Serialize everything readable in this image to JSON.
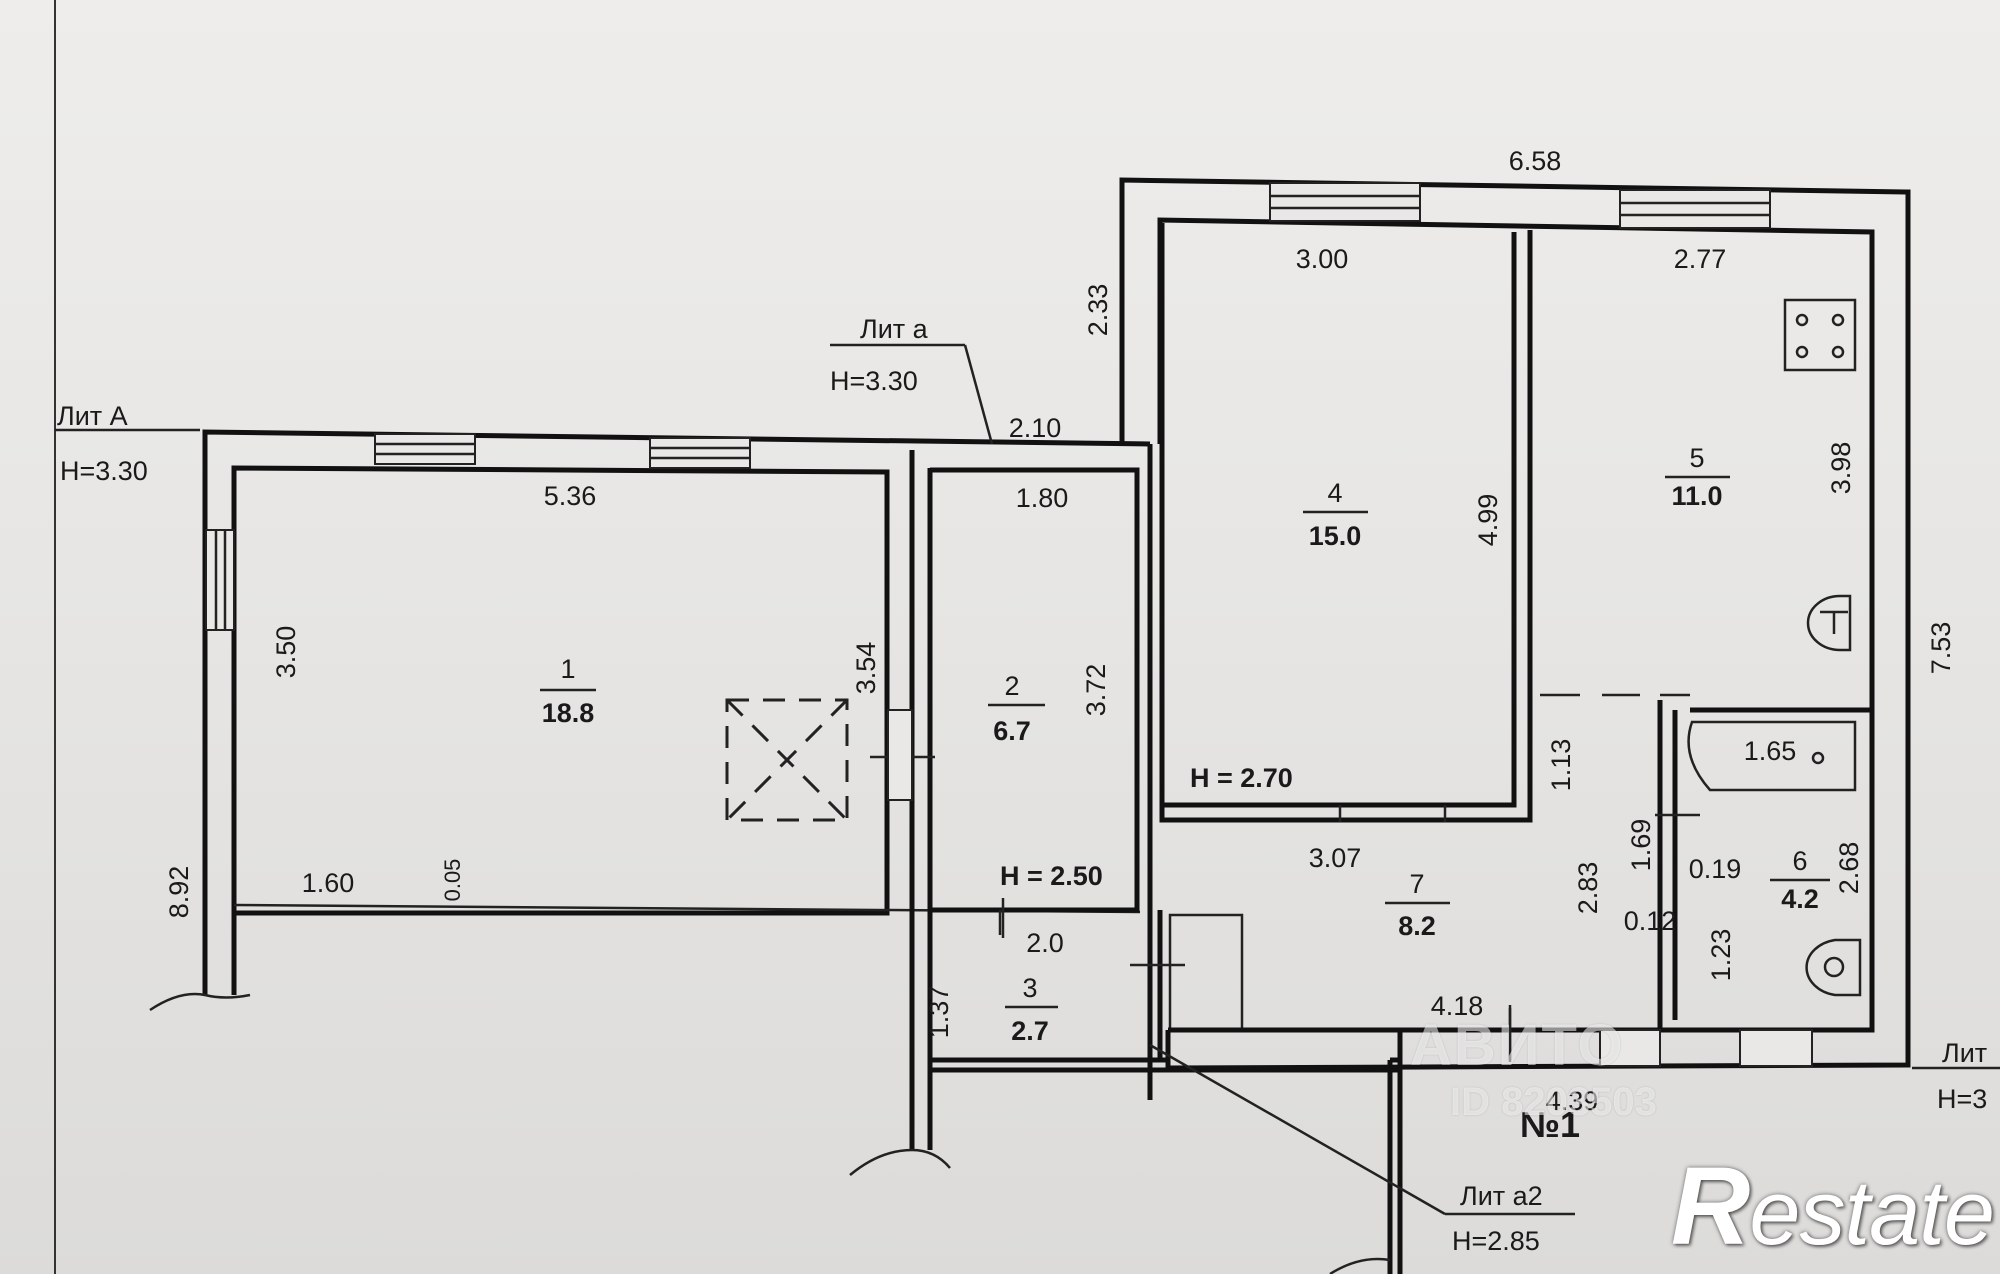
{
  "lit_labels": {
    "lit_big_a": "Лит А",
    "h_big_a": "Н=3.30",
    "lit_small_a": "Лит а",
    "h_small_a": "Н=3.30",
    "lit_a2": "Лит а2",
    "h_a2": "Н=2.85",
    "lit_right": "Лит",
    "h_right": "Н=3"
  },
  "rooms": [
    {
      "id": "1",
      "area": "18.8"
    },
    {
      "id": "2",
      "area": "6.7"
    },
    {
      "id": "3",
      "area": "2.7"
    },
    {
      "id": "4",
      "area": "15.0"
    },
    {
      "id": "5",
      "area": "11.0"
    },
    {
      "id": "6",
      "area": "4.2"
    },
    {
      "id": "7",
      "area": "8.2"
    }
  ],
  "heights": {
    "h_270": "Н = 2.70",
    "h_250": "Н = 2.50"
  },
  "dimensions": {
    "d_658": "6.58",
    "d_300": "3.00",
    "d_277": "2.77",
    "d_233": "2.33",
    "d_210": "2.10",
    "d_536": "5.36",
    "d_180": "1.80",
    "d_499": "4.99",
    "d_398": "3.98",
    "d_753": "7.53",
    "d_350": "3.50",
    "d_354": "3.54",
    "d_372": "3.72",
    "d_892": "8.92",
    "d_160": "1.60",
    "d_005": "0.05",
    "d_307": "3.07",
    "d_113": "1.13",
    "d_165": "1.65",
    "d_169": "1.69",
    "d_019": "0.19",
    "d_268": "2.68",
    "d_283": "2.83",
    "d_012": "0.12",
    "d_123": "1.23",
    "d_20": "2.0",
    "d_137": "1.37",
    "d_418": "4.18",
    "d_439": "4.39"
  },
  "unit_number": "№1",
  "watermark": {
    "line1": "АВИТО",
    "line2": "ID 8203503"
  },
  "logo": {
    "first": "R",
    "rest": "estate"
  }
}
